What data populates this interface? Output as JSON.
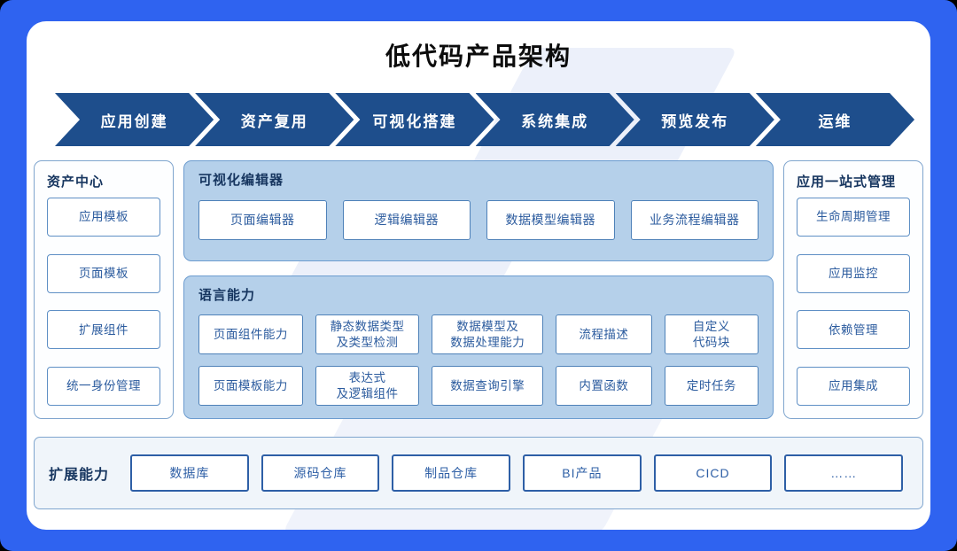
{
  "title": "低代码产品架构",
  "pipeline": {
    "steps": [
      {
        "label": "应用创建"
      },
      {
        "label": "资产复用"
      },
      {
        "label": "可视化搭建"
      },
      {
        "label": "系统集成"
      },
      {
        "label": "预览发布"
      },
      {
        "label": "运维"
      }
    ]
  },
  "asset_center": {
    "title": "资产中心",
    "items": [
      "应用模板",
      "页面模板",
      "扩展组件",
      "统一身份管理"
    ]
  },
  "visual_editor": {
    "title": "可视化编辑器",
    "items": [
      "页面编辑器",
      "逻辑编辑器",
      "数据模型编辑器",
      "业务流程编辑器"
    ]
  },
  "language": {
    "title": "语言能力",
    "row1": [
      "页面组件能力",
      "静态数据类型\n及类型检测",
      "数据模型及\n数据处理能力",
      "流程描述",
      "自定义\n代码块"
    ],
    "row2": [
      "页面模板能力",
      "表达式\n及逻辑组件",
      "数据查询引擎",
      "内置函数",
      "定时任务"
    ]
  },
  "app_management": {
    "title": "应用一站式管理",
    "items": [
      "生命周期管理",
      "应用监控",
      "依赖管理",
      "应用集成"
    ]
  },
  "extension": {
    "title": "扩展能力",
    "items": [
      "数据库",
      "源码仓库",
      "制品仓库",
      "BI产品",
      "CICD",
      "……"
    ]
  },
  "colors": {
    "frame": "#2F63F0",
    "arrow": "#1E4E8C",
    "panel-blue": "#B5D0EA",
    "panel-border": "#6C9CCF",
    "box-text": "#2B5B9E",
    "header-text": "#16355F"
  }
}
